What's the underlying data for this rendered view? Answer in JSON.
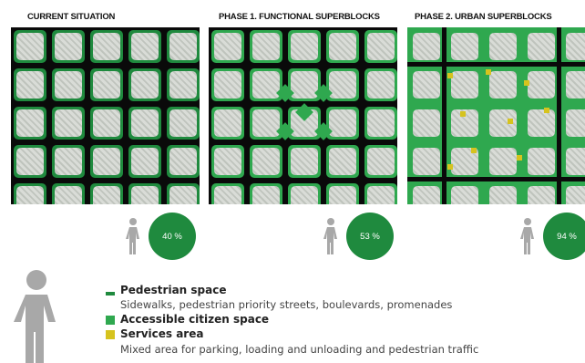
{
  "titles": {
    "current": "CURRENT SITUATION",
    "phase1": "PHASE 1. FUNCTIONAL SUPERBLOCKS",
    "phase2": "PHASE 2. URBAN SUPERBLOCKS"
  },
  "percentages": {
    "current": "40 %",
    "phase1": "53 %",
    "phase2": "94 %"
  },
  "legend": {
    "pedestrian_space": "Pedestrian space",
    "pedestrian_space_desc": "Sidewalks, pedestrian priority streets, boulevards, promenades",
    "accessible_space": "Accessible citizen space",
    "services_area": "Services area",
    "services_area_desc": "Mixed area for parking, loading and unloading and pedestrian traffic"
  },
  "colors": {
    "green": "#2fa84f",
    "dark_green": "#1f8a3e",
    "yellow": "#d6c31e",
    "black": "#0a0a0a",
    "grey_icon": "#a8a8a8"
  }
}
